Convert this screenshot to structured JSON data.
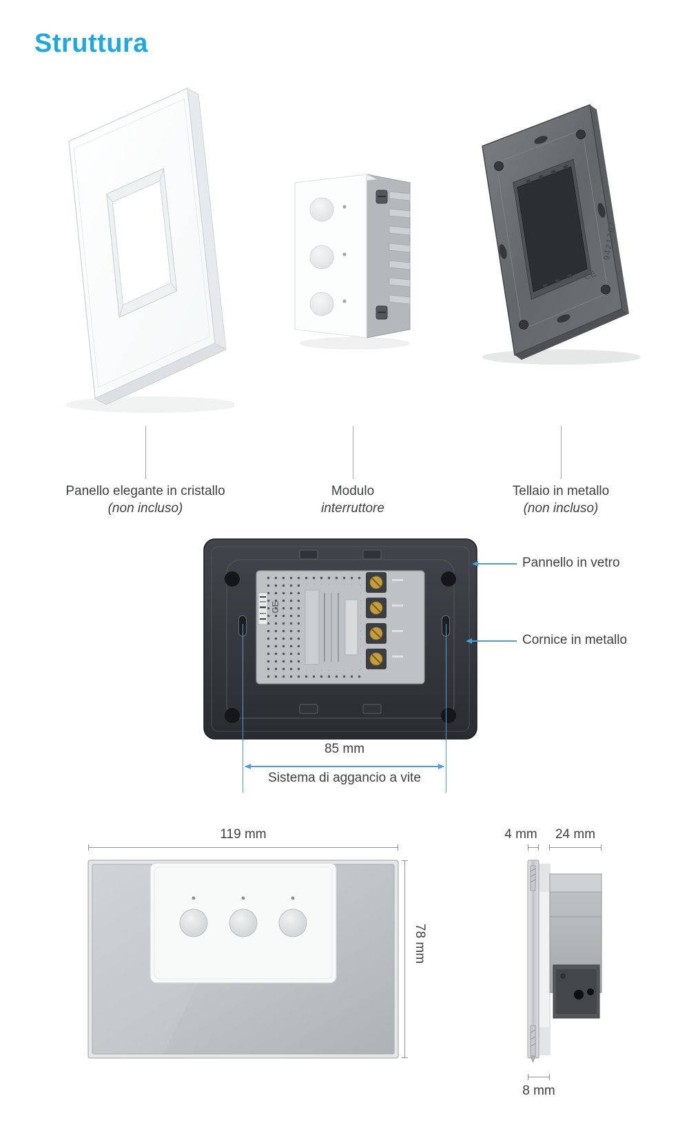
{
  "page": {
    "title": "Struttura"
  },
  "colors": {
    "accent": "#1ba9e3",
    "callout_blue": "#4aa0d6",
    "text": "#3f4040",
    "dim_line": "#8f9295"
  },
  "exploded_parts": [
    {
      "id": "glass-panel",
      "line1": "Panello elegante in cristallo",
      "line2": "(non incluso)"
    },
    {
      "id": "switch-module",
      "line1": "Modulo",
      "line2": "interruttore"
    },
    {
      "id": "metal-frame",
      "line1": "Tellaio in metallo",
      "line2": "(non incluso)"
    }
  ],
  "metal_frame": {
    "serial": "9421707",
    "ce_mark": "CE"
  },
  "back_view": {
    "callout_glass": "Pannello in vetro",
    "callout_frame": "Cornice in metallo",
    "screw_spacing": "85 mm",
    "caption": "Sistema di aggancio a vite",
    "module_ce_mark": "CE"
  },
  "front_view": {
    "width": "119 mm",
    "height": "78 mm"
  },
  "side_view": {
    "glass_thickness": "4 mm",
    "module_depth": "24 mm",
    "frame_depth": "8 mm"
  }
}
